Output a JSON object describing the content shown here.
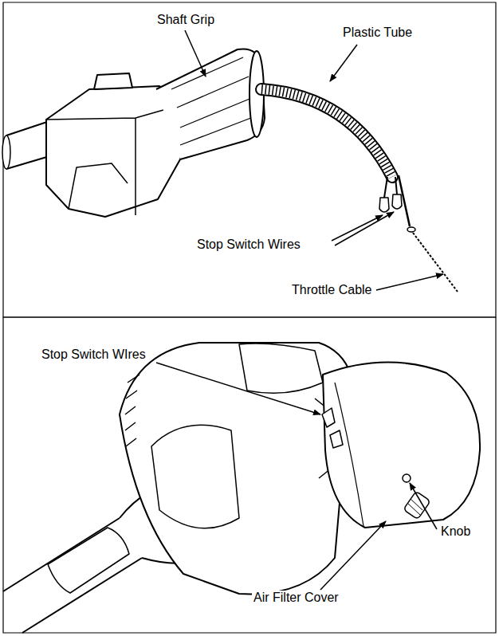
{
  "diagram": {
    "labels": [
      "Shaft Grip",
      "Plastic Tube",
      "Stop Switch Wires",
      "Throttle Cable",
      "Stop Switch WIres",
      "Knob",
      "Air Filter Cover"
    ]
  }
}
